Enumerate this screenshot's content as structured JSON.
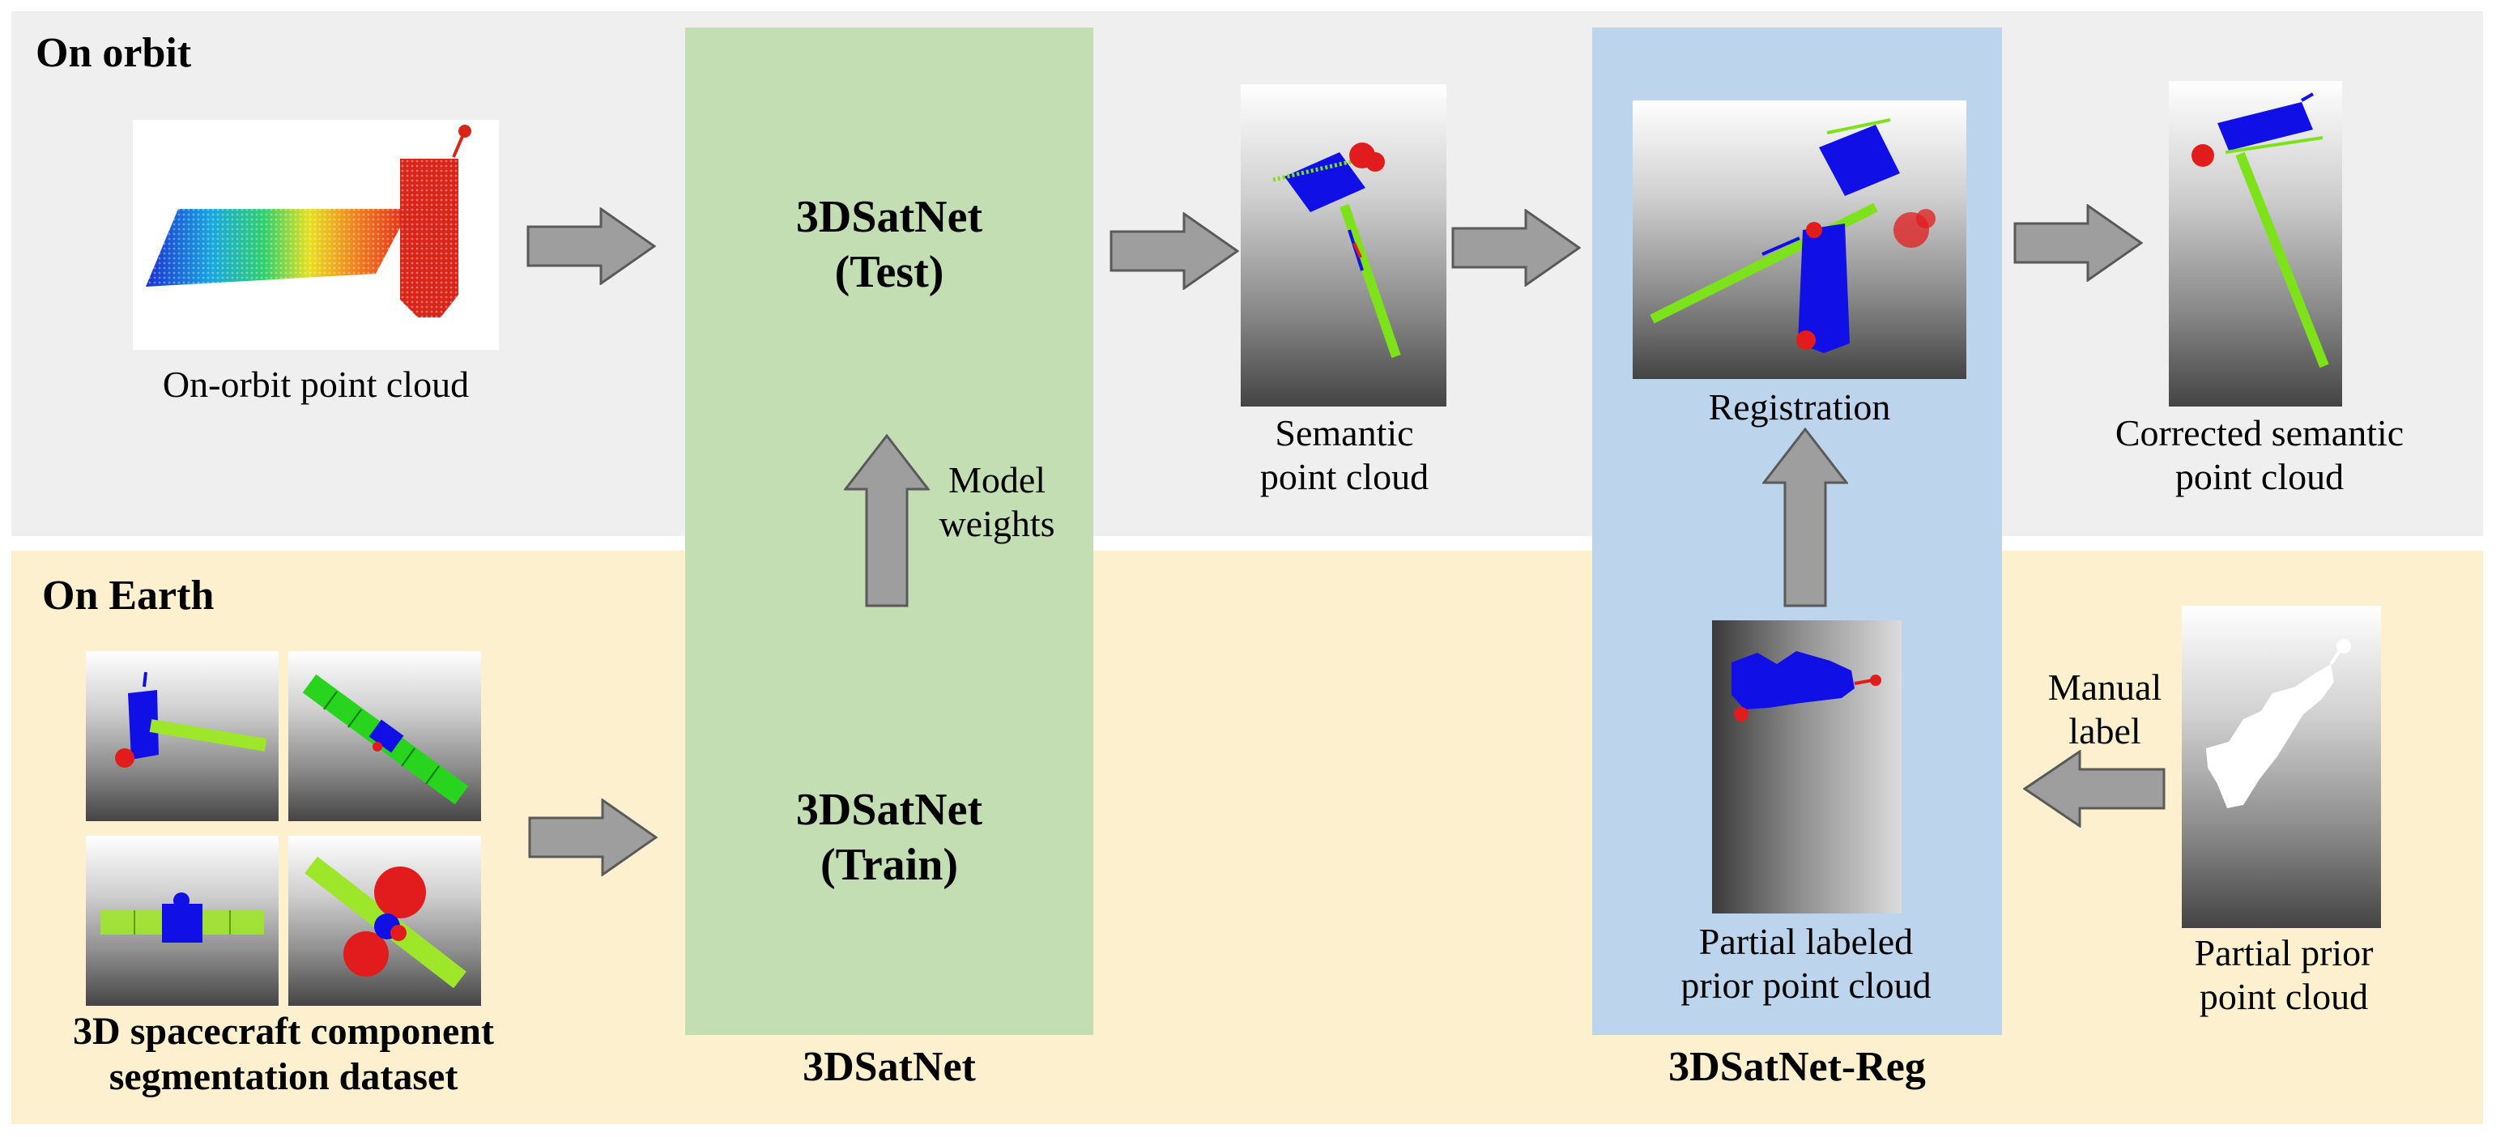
{
  "regions": {
    "orbit_title": "On orbit",
    "earth_title": "On Earth"
  },
  "panels": {
    "satnet_label": "3DSatNet",
    "satnet_test_line1": "3DSatNet",
    "satnet_test_line2": "(Test)",
    "satnet_train_line1": "3DSatNet",
    "satnet_train_line2": "(Train)",
    "model_weights_line1": "Model",
    "model_weights_line2": "weights",
    "reg_label": "3DSatNet-Reg"
  },
  "captions": {
    "onorbit": "On-orbit point cloud",
    "semantic_line1": "Semantic",
    "semantic_line2": "point cloud",
    "registration": "Registration",
    "corrected_line1": "Corrected semantic",
    "corrected_line2": "point cloud",
    "partial_labeled_line1": "Partial  labeled",
    "partial_labeled_line2": "prior point cloud",
    "partial_prior_line1": "Partial prior",
    "partial_prior_line2": "point cloud",
    "manual_label_line1": "Manual",
    "manual_label_line2": "label",
    "dataset_line1": "3D spacecraft component",
    "dataset_line2": "segmentation dataset"
  },
  "colors": {
    "orbit_bg": "#efefef",
    "earth_bg": "#fdf0cf",
    "satnet_panel": "#c4deb4",
    "reg_panel": "#bcd5ec",
    "arrow_fill": "#9e9e9e",
    "arrow_stroke": "#5a5a5a",
    "body_blue": "#1010e6",
    "panel_green": "#7ee21a",
    "antenna_red": "#e21c1c"
  }
}
